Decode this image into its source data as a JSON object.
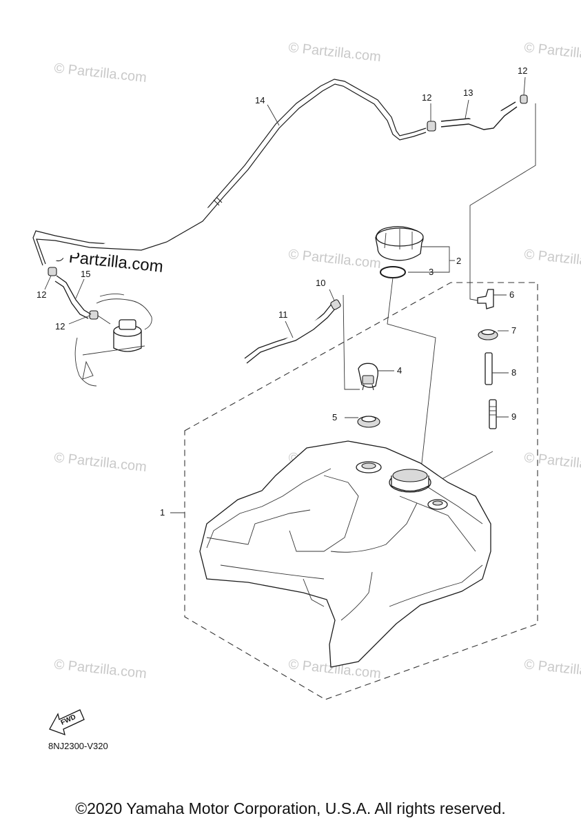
{
  "watermark": "© Partzilla.com",
  "watermark_big": "© Partzilla.com",
  "diagram_code": "8NJ2300-V320",
  "fwd_label": "FWD",
  "copyright": "©2020 Yamaha Motor Corporation, U.S.A. All rights reserved.",
  "callouts": {
    "c1": "1",
    "c2": "2",
    "c3": "3",
    "c4": "4",
    "c5": "5",
    "c6": "6",
    "c7": "7",
    "c8": "8",
    "c9": "9",
    "c10": "10",
    "c11": "11",
    "c12a": "12",
    "c12b": "12",
    "c12c": "12",
    "c12d": "12",
    "c13": "13",
    "c14": "14",
    "c15": "15"
  }
}
